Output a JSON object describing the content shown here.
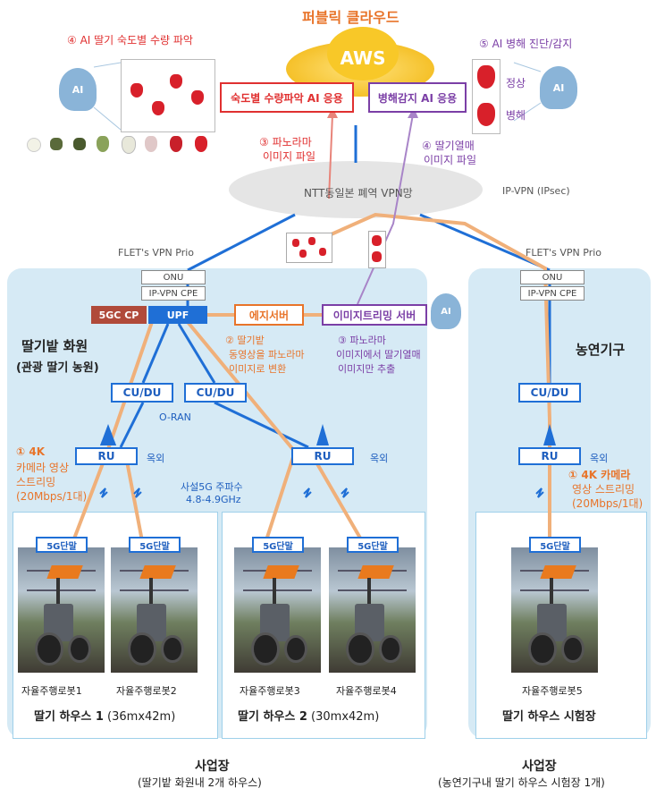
{
  "cloud": {
    "title": "퍼블릭 클라우드",
    "aws": "AWS"
  },
  "apps": {
    "count_app": "숙도별 수량파악 AI 응용",
    "disease_app": "병해감지 AI 응용"
  },
  "labels": {
    "ai_count": "④ AI 딸기 숙도별 수량 파악",
    "ai_disease": "⑤ AI 병해 진단/감지",
    "normal": "정상",
    "disease": "병해",
    "pano_file_l1": "③ 파노라마",
    "pano_file_l2": "이미지 파일",
    "thermal_file_l1": "④ 딸기열매",
    "thermal_file_l2": "이미지 파일",
    "vpn": "NTT동일본 폐역 VPN망",
    "ipvpn": "IP-VPN (IPsec)",
    "flets_left": "FLET's VPN Prio",
    "flets_right": "FLET's VPN Prio",
    "onu": "ONU",
    "ipvpn_cpe": "IP-VPN CPE",
    "onu2": "ONU",
    "ipvpn_cpe2": "IP-VPN CPE",
    "core_cp": "5GC CP",
    "upf": "UPF",
    "edge": "에지서버",
    "img_server": "이미지트리밍 서버",
    "farm_title": "딸기밭 화원",
    "farm_sub": "(관광 딸기 농원)",
    "step2_l1": "② 딸기밭",
    "step2_l2": "동영상을 파노라마",
    "step2_l3": "이미지로 변환",
    "step3_l1": "③ 파노라마",
    "step3_l2": "이미지에서 딸기열매",
    "step3_l3": "이미지만 추출",
    "cudu1": "CU/DU",
    "cudu2": "CU/DU",
    "cudu3": "CU/DU",
    "oran": "O-RAN",
    "ru1": "RU",
    "ru2": "RU",
    "ru3": "RU",
    "outdoor1": "옥외",
    "outdoor2": "옥외",
    "outdoor3": "옥외",
    "cam_l1": "① 4K",
    "cam_l2": "카메라 영상",
    "cam_l3": "스트리밍",
    "cam_l4": "(20Mbps/1대)",
    "cam_r1": "① 4K 카메라",
    "cam_r2": "영상 스트리밍",
    "cam_r3": "(20Mbps/1대)",
    "freq_l1": "사설5G 주파수",
    "freq_l2": "4.8-4.9GHz",
    "org": "농연기구",
    "terminal": "5G단말",
    "robot1": "자율주행로봇1",
    "robot2": "자율주행로봇2",
    "robot3": "자율주행로봇3",
    "robot4": "자율주행로봇4",
    "robot5": "자율주행로봇5",
    "house1_bold": "딸기 하우스 1",
    "house1_size": " (36mx42m)",
    "house2_bold": "딸기 하우스 2",
    "house2_size": " (30mx42m)",
    "house3": "딸기 하우스 시험장",
    "site_left": "사업장",
    "site_left_sub": "(딸기밭 화원내 2개 하우스)",
    "site_right": "사업장",
    "site_right_sub": "(농연기구내 딸기 하우스 시험장 1개)",
    "ai_icon": "AI"
  },
  "colors": {
    "orange": "#e8742a",
    "red": "#e03030",
    "purple": "#7b3fa6",
    "blue": "#1f6fd6",
    "flow": "#f0b07a"
  }
}
